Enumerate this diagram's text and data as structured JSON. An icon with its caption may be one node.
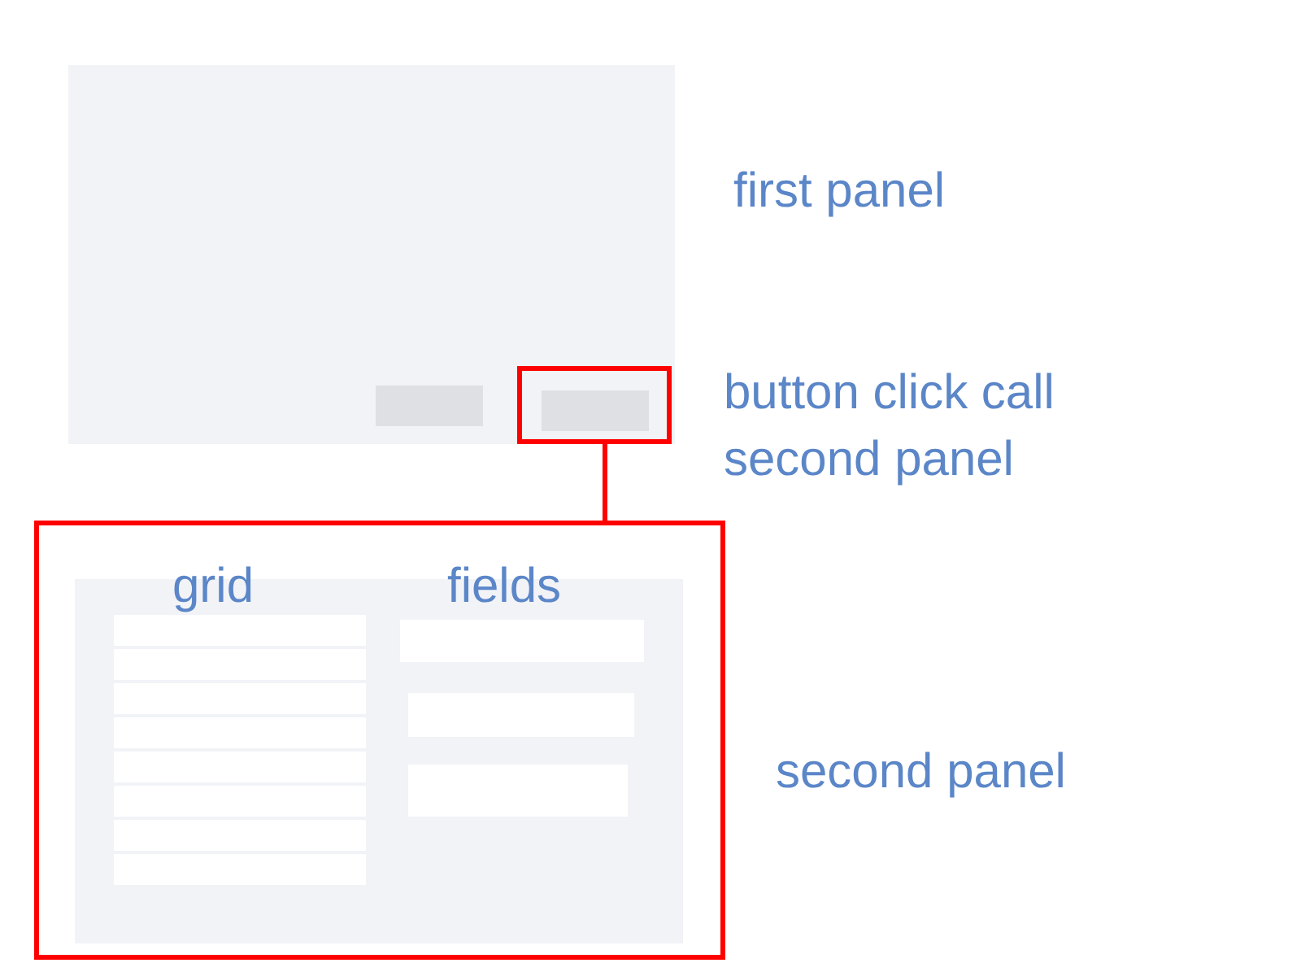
{
  "diagram": {
    "nodes": [
      {
        "text": [],
        "shape": "box",
        "beside": [
          "first panel"
        ]
      },
      {
        "text": [],
        "shape": "box",
        "in": 0
      },
      {
        "text": [],
        "shape": "box",
        "in": 3
      },
      {
        "text": [],
        "shape": "box",
        "in": 0,
        "beside": [
          "button click call second panel"
        ]
      },
      {
        "text": [],
        "shape": "box",
        "beside": [
          "second panel"
        ]
      },
      {
        "text": [],
        "shape": "box",
        "in": 4
      },
      {
        "text": [],
        "shape": "box",
        "in": 5,
        "beside": [
          "grid"
        ]
      },
      {
        "text": [],
        "shape": "box",
        "in": 5,
        "beside": [
          "fields"
        ]
      },
      {
        "text": [],
        "shape": "box",
        "in": 5
      },
      {
        "text": [],
        "shape": "box",
        "in": 5
      }
    ],
    "edges": [
      {
        "from": 3,
        "to": 4,
        "arrow": "none"
      }
    ]
  }
}
